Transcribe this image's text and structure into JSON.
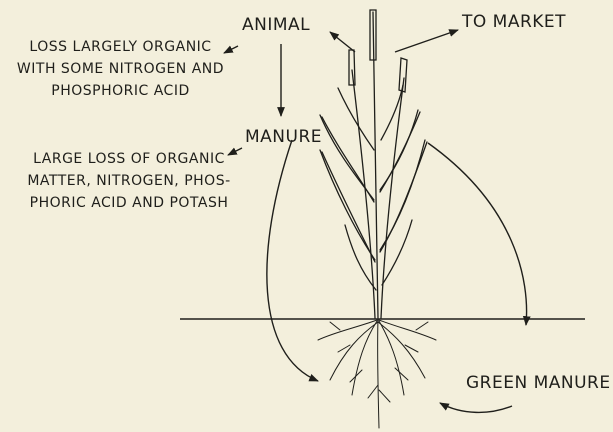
{
  "diagram": {
    "labels": {
      "animal": "ANIMAL",
      "to_market": "TO MARKET",
      "manure": "MANURE",
      "green_manure": "GREEN MANURE"
    },
    "notes": {
      "animal_loss": "LOSS LARGELY ORGANIC WITH SOME NITROGEN AND PHOSPHORIC ACID",
      "manure_loss": "LARGE LOSS OF ORGANIC MATTER, NITROGEN, PHOS-PHORIC ACID AND POTASH"
    },
    "colors": {
      "ink": "#1f1f1b",
      "paper": "#f3efdc"
    }
  }
}
